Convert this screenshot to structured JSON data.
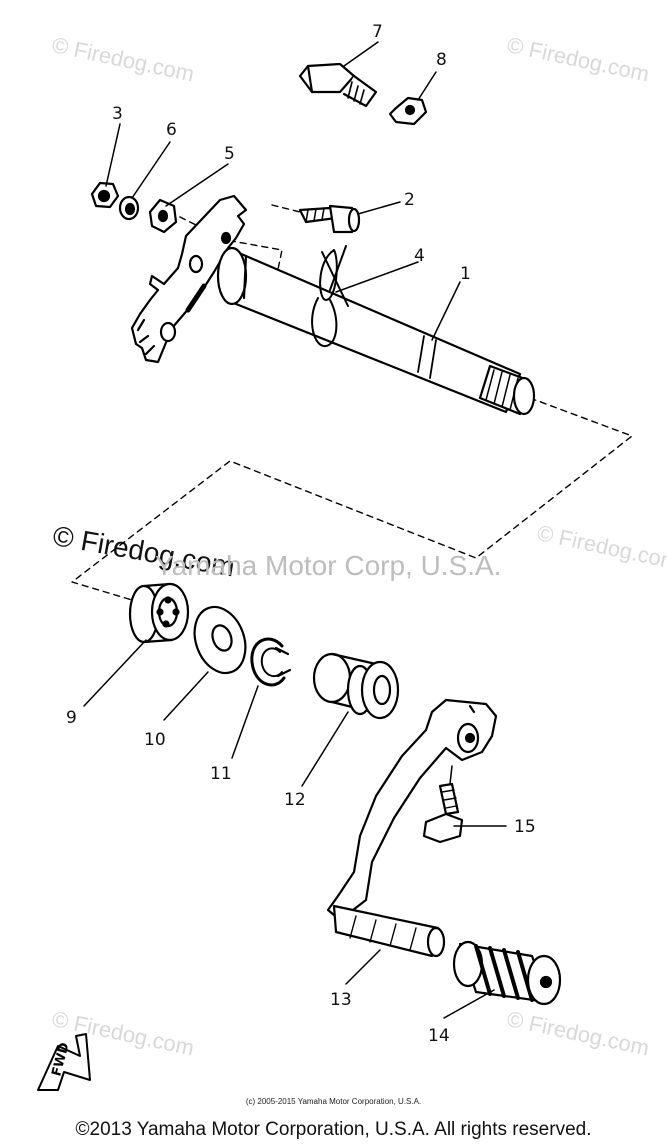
{
  "watermarks": {
    "corner": "© Firedog.com",
    "center_firedog": "© Firedog.com",
    "center_yamaha": "Yamaha Motor Corp, U.S.A."
  },
  "callouts": {
    "p1": "1",
    "p2": "2",
    "p3": "3",
    "p4": "4",
    "p5": "5",
    "p6": "6",
    "p7": "7",
    "p8": "8",
    "p9": "9",
    "p10": "10",
    "p11": "11",
    "p12": "12",
    "p13": "13",
    "p14": "14",
    "p15": "15"
  },
  "fwd_label": "FWD",
  "footer": {
    "small_copyright": "(c) 2005-2015 Yamaha Motor Corporation, U.S.A.",
    "copyright": "©2013 Yamaha Motor Corporation, U.S.A. All rights reserved."
  }
}
